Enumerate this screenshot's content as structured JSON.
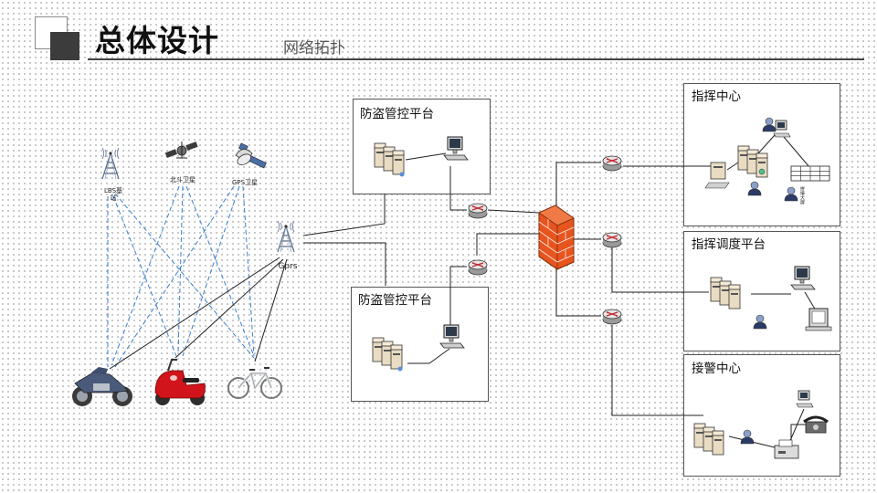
{
  "header": {
    "title": "总体设计",
    "subtitle": "网络拓扑"
  },
  "sources": {
    "lbs_line1": "LBS基",
    "lbs_line2": "站",
    "beidou": "北斗卫星",
    "gps": "GPS卫星",
    "gprs": "Gprs"
  },
  "platforms": {
    "top_label": "防盗管控平台",
    "bottom_label": "防盗管控平台"
  },
  "centers": {
    "command_center": "指挥中心",
    "dispatch_platform": "指挥调度平台",
    "alarm_center": "接警中心",
    "screen_label": "拼接大屏"
  },
  "colors": {
    "firewall": "#e8541e",
    "wireless_link": "#3a7fd0",
    "cable": "#222222"
  }
}
